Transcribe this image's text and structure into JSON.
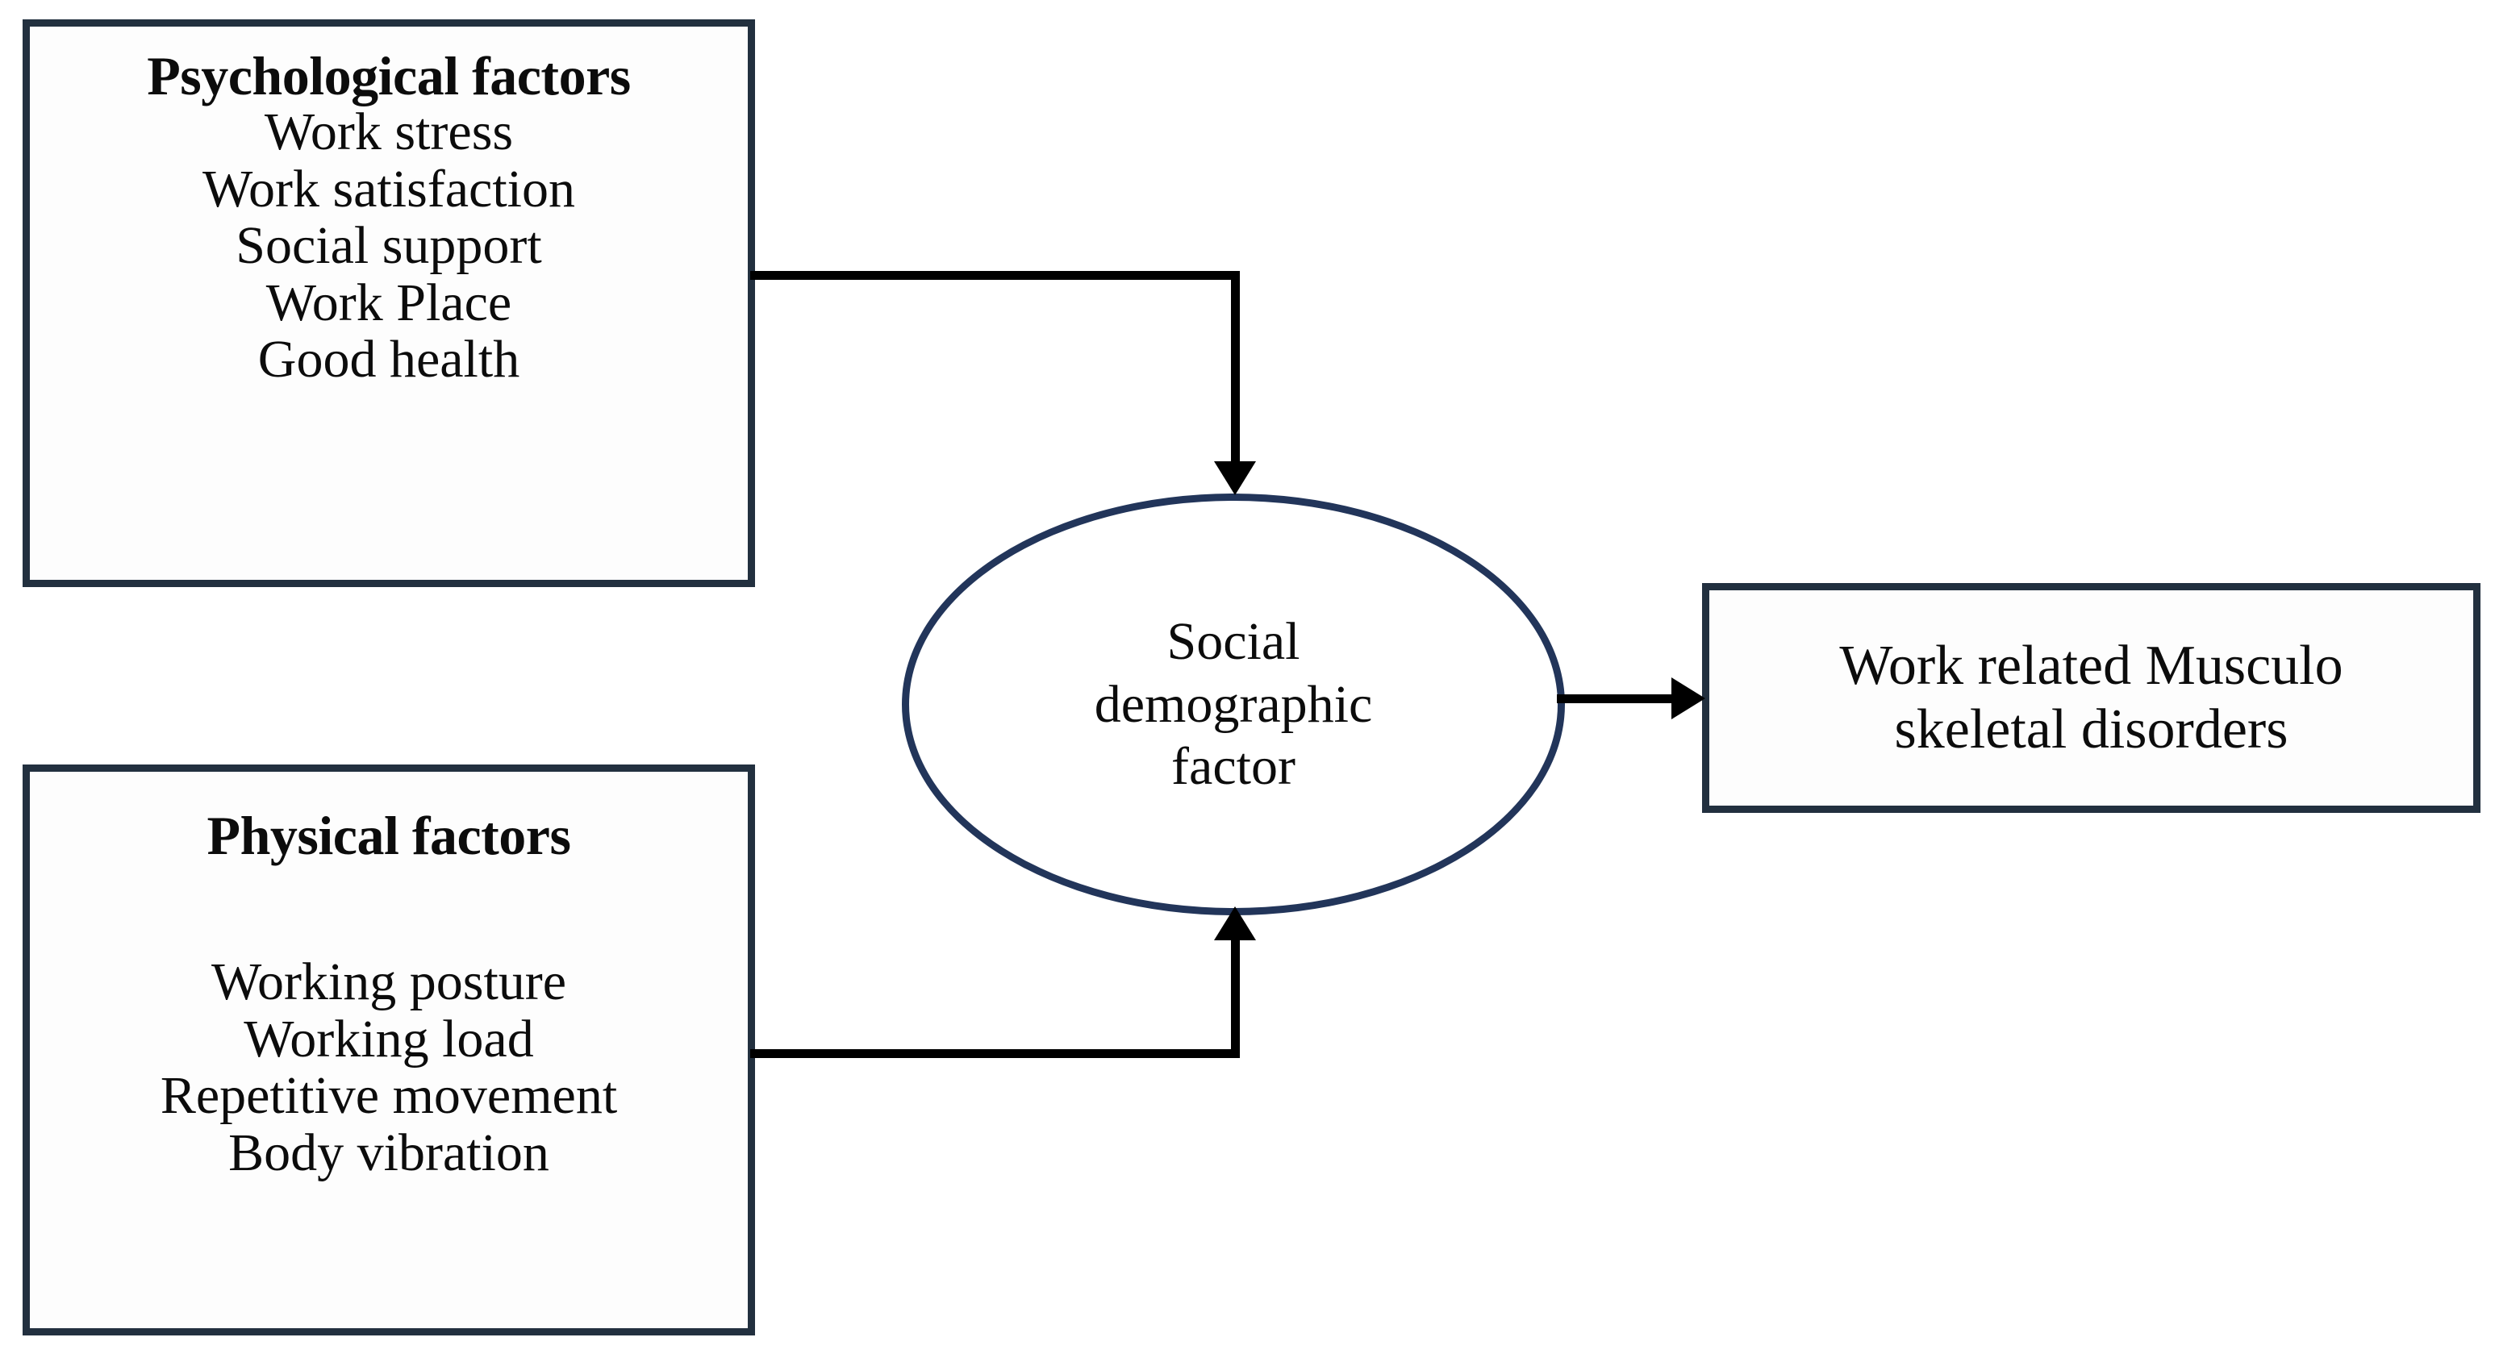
{
  "diagram": {
    "background_color": "#ffffff",
    "box_border_color": "#22303f",
    "ellipse_border_color": "#22355a",
    "connector_color": "#000000",
    "text_color": "#0c0c0c"
  },
  "nodes": {
    "psychological": {
      "title": "Psychological factors",
      "items": [
        "Work stress",
        "Work satisfaction",
        "Social support",
        "Work Place",
        "Good health"
      ]
    },
    "physical": {
      "title": "Physical factors",
      "items": [
        "Working posture",
        "Working load",
        "Repetitive movement",
        "Body vibration"
      ]
    },
    "mediator": {
      "label": "Social\ndemographic\nfactor"
    },
    "outcome": {
      "lines": [
        "Work related Musculo",
        "skeletal disorders"
      ]
    }
  },
  "edges": [
    {
      "name": "psychological-to-mediator",
      "from": "psychological",
      "to": "mediator",
      "style": "elbow",
      "arrow": "down"
    },
    {
      "name": "physical-to-mediator",
      "from": "physical",
      "to": "mediator",
      "style": "elbow",
      "arrow": "up"
    },
    {
      "name": "mediator-to-outcome",
      "from": "mediator",
      "to": "outcome",
      "style": "straight",
      "arrow": "right"
    }
  ]
}
